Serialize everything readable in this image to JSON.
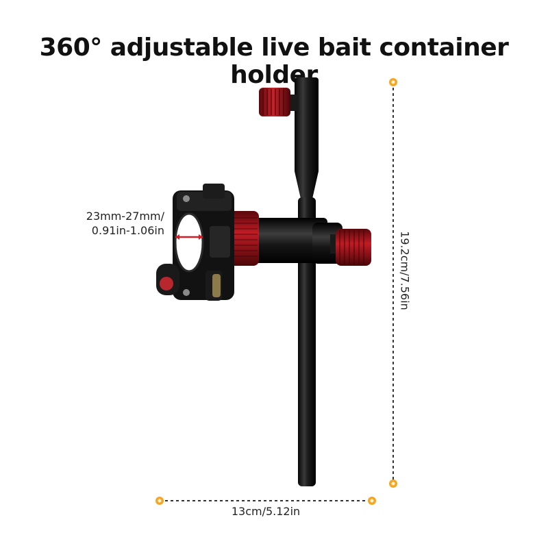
{
  "title": "360° adjustable live bait container holder",
  "dimensions": {
    "clamp_diameter_mm": "23mm-27mm/",
    "clamp_diameter_in": "0.91in-1.06in",
    "height": "19.2cm/7.56in",
    "width": "13cm/5.12in"
  },
  "colors": {
    "accent_dot": "#f5a623",
    "product_metal": "#1a1a1a",
    "knob_red": "#b3141c",
    "dim_line": "#333333"
  }
}
